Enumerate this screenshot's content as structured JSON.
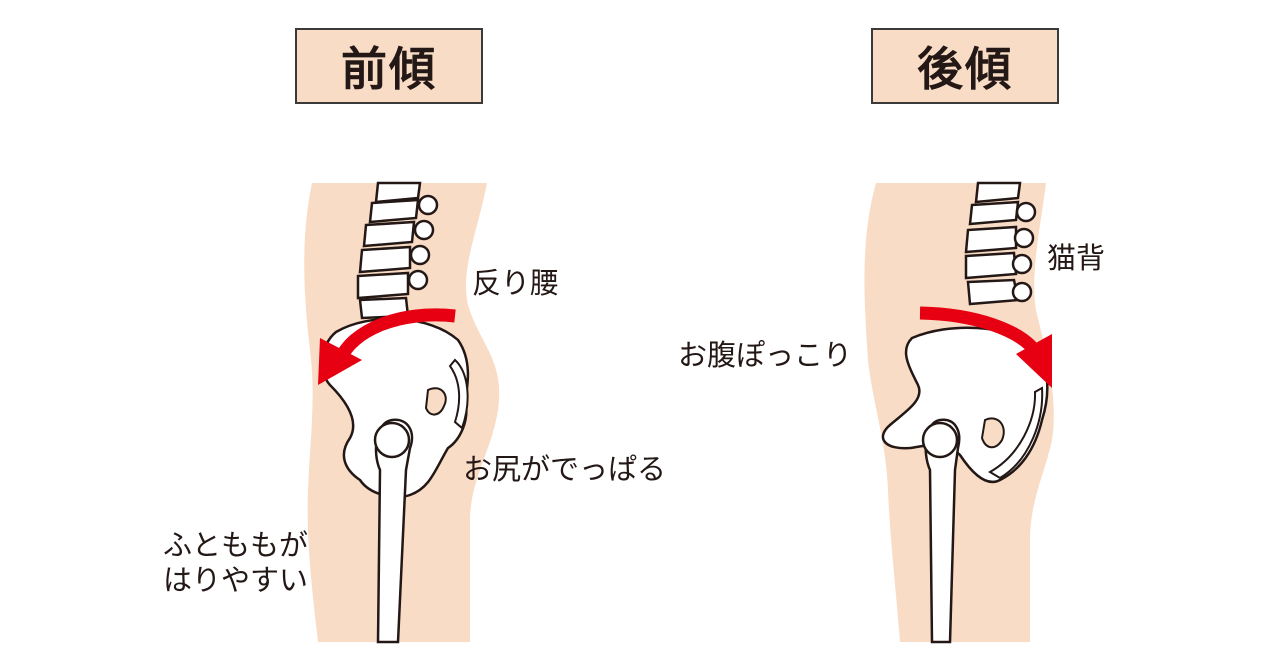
{
  "titles": {
    "anterior": "前傾",
    "posterior": "後傾"
  },
  "labels": {
    "sway_back": "反り腰",
    "butt_protrudes": "お尻がでっぱる",
    "thigh_line1": "ふとももが",
    "thigh_line2": "はりやすい",
    "cat_back": "猫背",
    "belly_protrudes": "お腹ぽっこり"
  },
  "colors": {
    "body_skin": "#f9dcc6",
    "bone_fill": "#ffffff",
    "bone_outline": "#231815",
    "arrow": "#e60012",
    "title_fill": "#f9dcc6"
  }
}
